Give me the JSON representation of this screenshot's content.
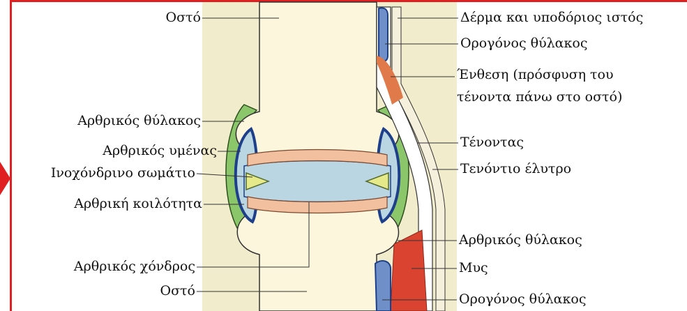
{
  "labels": {
    "left": {
      "bone_top": "Οστό",
      "joint_capsule": "Αρθρικός θύλακος",
      "synovial_membrane": "Αρθρικός υμένας",
      "meniscus": "Ινοχόνδρινο σωμάτιο",
      "joint_cavity": "Αρθρική κοιλότητα",
      "cartilage": "Αρθρικός χόνδρος",
      "bone_bottom": "Οστό"
    },
    "right": {
      "skin": "Δέρμα και υποδόριος ιστός",
      "bursa_top": "Ορογόνος θύλακος",
      "enthesis_line1": "Ένθεση (πρόσφυση του",
      "enthesis_line2": "τένοντα πάνω στο οστό)",
      "tendon": "Τένοντας",
      "tendon_sheath": "Τενόντιο έλυτρο",
      "joint_capsule": "Αρθρικός θύλακος",
      "muscle": "Μυς",
      "bursa_bottom": "Ορογόνος θύλακος"
    }
  },
  "colors": {
    "frame": "#e02020",
    "background_panel": "#f1eccc",
    "bone": "#fbf6dc",
    "capsule": "#8cc66a",
    "synovium": "#1e3f8a",
    "cavity": "#b9d6e2",
    "cartilage": "#f2c09f",
    "muscle": "#d94330"
  }
}
